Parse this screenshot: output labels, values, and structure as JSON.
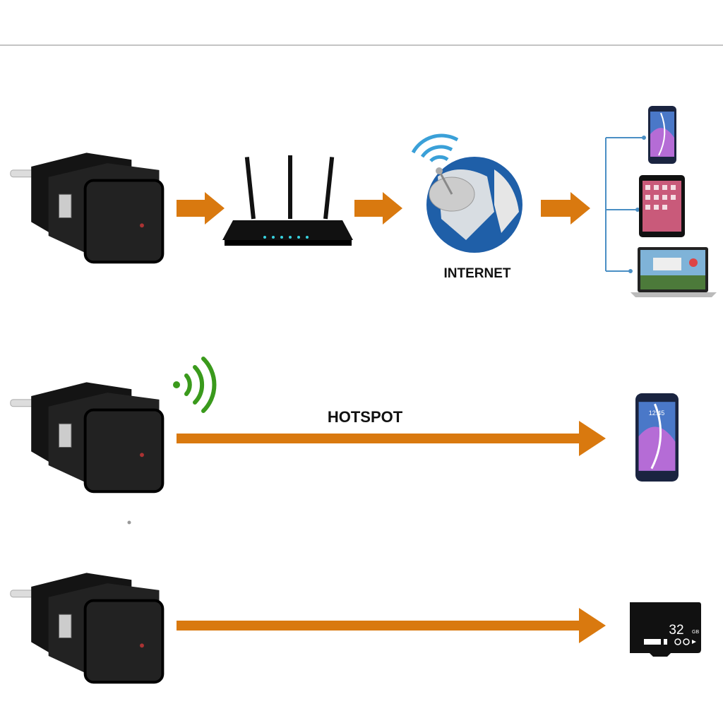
{
  "labels": {
    "internet": "INTERNET",
    "hotspot": "HOTSPOT"
  },
  "sd_card": {
    "capacity": "32",
    "unit": "GB"
  },
  "phone_clock": "12:45",
  "colors": {
    "arrow": "#d9790f",
    "charger": "#1c1c1e",
    "wifi": "#3a9a1c",
    "bracket": "#4a8fc4",
    "globe": "#1f5fa8"
  },
  "rows": [
    {
      "mode": "router-internet",
      "targets": [
        "smartphone-icon",
        "tablet-icon",
        "laptop-icon"
      ]
    },
    {
      "mode": "hotspot",
      "targets": [
        "smartphone-icon"
      ]
    },
    {
      "mode": "sd-card-recording",
      "targets": [
        "sd-card-icon"
      ]
    }
  ]
}
